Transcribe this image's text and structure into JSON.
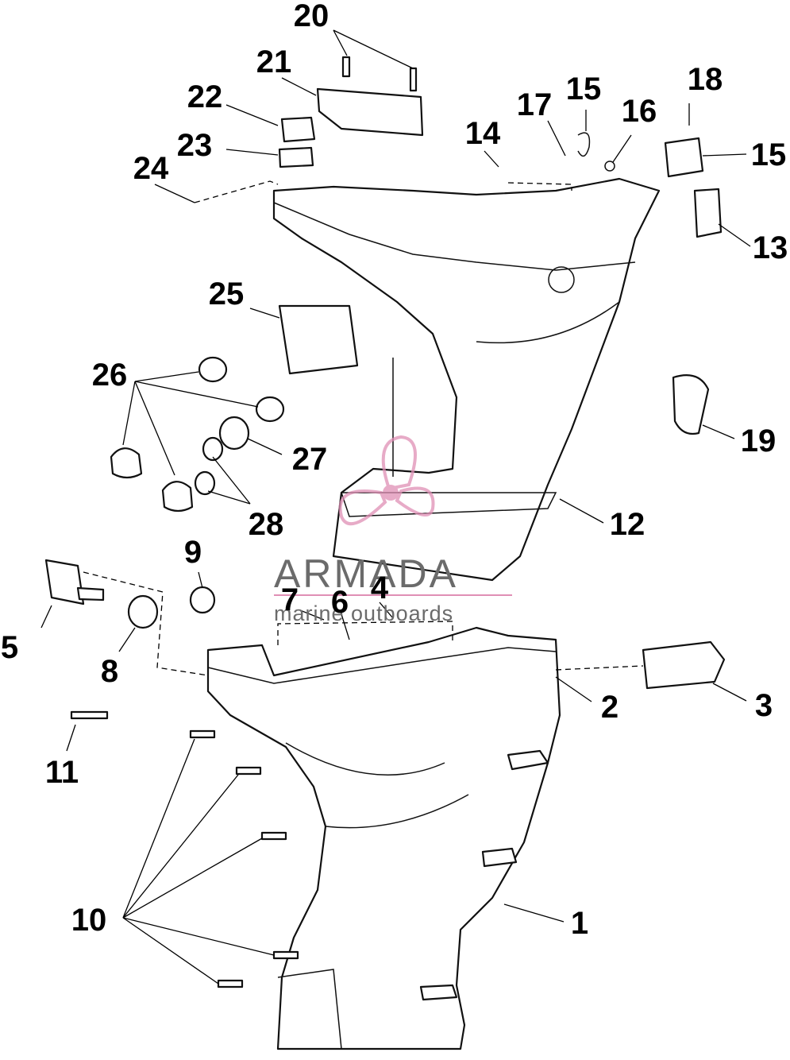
{
  "callouts": [
    {
      "id": "20",
      "label": "20"
    },
    {
      "id": "21",
      "label": "21"
    },
    {
      "id": "22",
      "label": "22"
    },
    {
      "id": "23",
      "label": "23"
    },
    {
      "id": "24",
      "label": "24"
    },
    {
      "id": "25",
      "label": "25"
    },
    {
      "id": "26",
      "label": "26"
    },
    {
      "id": "27",
      "label": "27"
    },
    {
      "id": "28",
      "label": "28"
    },
    {
      "id": "9",
      "label": "9"
    },
    {
      "id": "5",
      "label": "5"
    },
    {
      "id": "8",
      "label": "8"
    },
    {
      "id": "7",
      "label": "7"
    },
    {
      "id": "6",
      "label": "6"
    },
    {
      "id": "4",
      "label": "4"
    },
    {
      "id": "11",
      "label": "11"
    },
    {
      "id": "10",
      "label": "10"
    },
    {
      "id": "14",
      "label": "14"
    },
    {
      "id": "17",
      "label": "17"
    },
    {
      "id": "15a",
      "label": "15"
    },
    {
      "id": "16",
      "label": "16"
    },
    {
      "id": "18",
      "label": "18"
    },
    {
      "id": "15b",
      "label": "15"
    },
    {
      "id": "13",
      "label": "13"
    },
    {
      "id": "19",
      "label": "19"
    },
    {
      "id": "12",
      "label": "12"
    },
    {
      "id": "2",
      "label": "2"
    },
    {
      "id": "3",
      "label": "3"
    },
    {
      "id": "1",
      "label": "1"
    }
  ],
  "watermark": {
    "brand": "ARMADA",
    "tagline": "marine outboards",
    "accent": "#e08fb5",
    "text_color": "#6b6b6b"
  }
}
